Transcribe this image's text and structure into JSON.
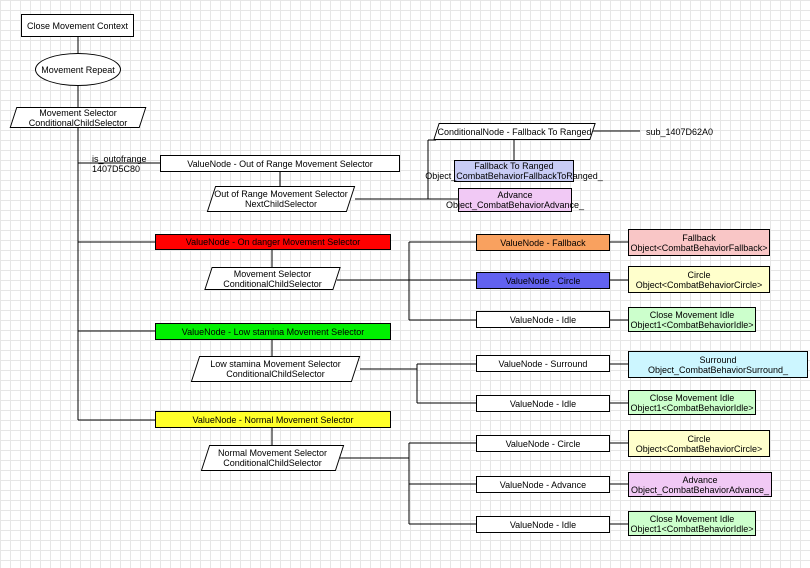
{
  "nodes": {
    "context": "Close Movement Context",
    "repeat": "Movement Repeat",
    "movement_selector": {
      "line1": "Movement Selector",
      "line2": "ConditionalChildSelector"
    },
    "is_out_of_range": {
      "line1": "is_outofrange",
      "line2": "1407D5C80"
    },
    "vn_out_of_range": "ValueNode - Out of Range Movement Selector",
    "out_of_range_selector": {
      "line1": "Out of Range Movement Selector",
      "line2": "NextChildSelector"
    },
    "cond_fallback_ranged": "ConditionalNode - Fallback To Ranged",
    "sub_label": "sub_1407D62A0",
    "fallback_ranged": {
      "line1": "Fallback To Ranged",
      "line2": "Object_CombatBehaviorFallbackToRanged_"
    },
    "advance_1": {
      "line1": "Advance",
      "line2": "Object_CombatBehaviorAdvance_"
    },
    "vn_on_danger": "ValueNode - On danger Movement Selector",
    "danger_selector": {
      "line1": "Movement Selector",
      "line2": "ConditionalChildSelector"
    },
    "vn_fallback": "ValueNode - Fallback",
    "fallback_obj": {
      "line1": "Fallback",
      "line2": "Object<CombatBehaviorFallback>"
    },
    "vn_circle_1": "ValueNode - Circle",
    "circle_obj_1": {
      "line1": "Circle",
      "line2": "Object<CombatBehaviorCircle>"
    },
    "vn_idle_1": "ValueNode - Idle",
    "idle_obj_1": {
      "line1": "Close Movement Idle",
      "line2": "Object1<CombatBehaviorIdle>"
    },
    "vn_low_stamina": "ValueNode - Low stamina Movement Selector",
    "low_stamina_selector": {
      "line1": "Low stamina Movement Selector",
      "line2": "ConditionalChildSelector"
    },
    "vn_surround": "ValueNode - Surround",
    "surround_obj": {
      "line1": "Surround",
      "line2": "Object_CombatBehaviorSurround_"
    },
    "vn_idle_2": "ValueNode - Idle",
    "idle_obj_2": {
      "line1": "Close Movement Idle",
      "line2": "Object1<CombatBehaviorIdle>"
    },
    "vn_normal": "ValueNode - Normal Movement Selector",
    "normal_selector": {
      "line1": "Normal Movement Selector",
      "line2": "ConditionalChildSelector"
    },
    "vn_circle_2": "ValueNode - Circle",
    "circle_obj_2": {
      "line1": "Circle",
      "line2": "Object<CombatBehaviorCircle>"
    },
    "vn_advance": "ValueNode - Advance",
    "advance_obj_2": {
      "line1": "Advance",
      "line2": "Object_CombatBehaviorAdvance_"
    },
    "vn_idle_3": "ValueNode - Idle",
    "idle_obj_3": {
      "line1": "Close Movement Idle",
      "line2": "Object1<CombatBehaviorIdle>"
    }
  },
  "colors": {
    "red": "#ff0000",
    "orange": "#f9a15f",
    "blue": "#6262f0",
    "green": "#00f000",
    "yellow": "#ffff2a",
    "pink_light": "#f9c6c6",
    "yellow_light": "#ffffcc",
    "green_light": "#ccffcc",
    "cyan_light": "#ccf6ff",
    "violet_light": "#f1c9f5",
    "blue_light": "#c8ccf5"
  }
}
